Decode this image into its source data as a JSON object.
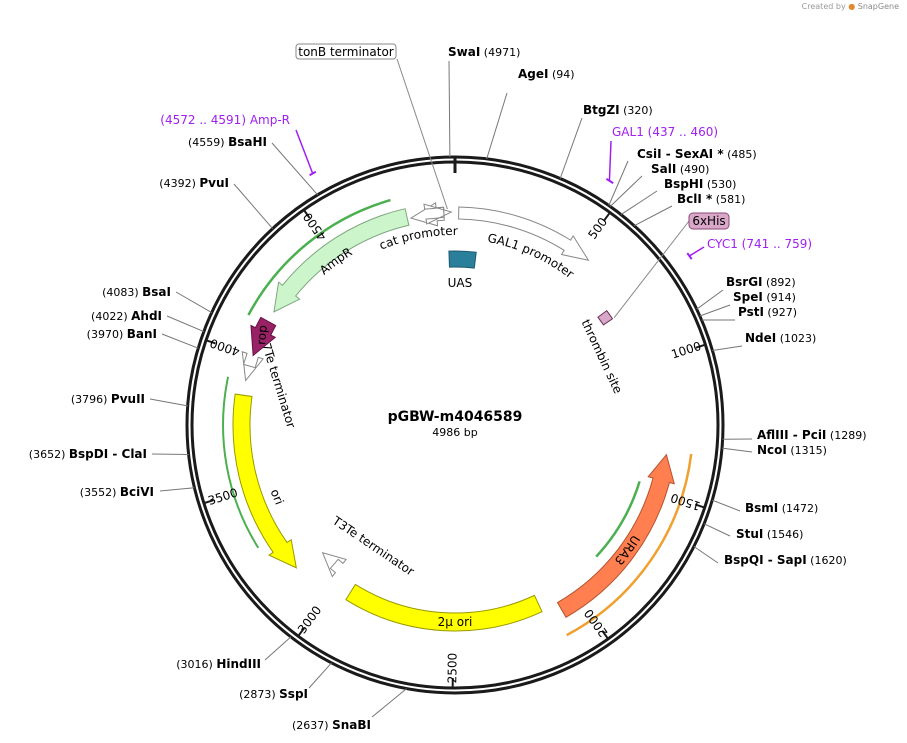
{
  "credit": {
    "prefix": "Created by",
    "brand": "SnapGene",
    "logo_icon": "snapgene-logo-icon"
  },
  "plasmid": {
    "name": "pGBW-m4046589",
    "size": "4986 bp",
    "length": 4986
  },
  "ticks": [
    "500",
    "1000",
    "1500",
    "2000",
    "2500",
    "3000",
    "3500",
    "4000",
    "4500"
  ],
  "sites": [
    {
      "name": "SwaI",
      "pos": "(4971)"
    },
    {
      "name": "AgeI",
      "pos": "(94)"
    },
    {
      "name": "BtgZI",
      "pos": "(320)"
    },
    {
      "name": "CsiI",
      "name2": "SexAI *",
      "pos": "(485)"
    },
    {
      "name": "SalI",
      "pos": "(490)"
    },
    {
      "name": "BspHI",
      "pos": "(530)"
    },
    {
      "name": "BclI *",
      "pos": "(581)"
    },
    {
      "name": "BsrGI",
      "pos": "(892)"
    },
    {
      "name": "SpeI",
      "pos": "(914)"
    },
    {
      "name": "PstI",
      "pos": "(927)"
    },
    {
      "name": "NdeI",
      "pos": "(1023)"
    },
    {
      "name": "AflIII",
      "name2": "PciI",
      "pos": "(1289)"
    },
    {
      "name": "NcoI",
      "pos": "(1315)"
    },
    {
      "name": "BsmI",
      "pos": "(1472)"
    },
    {
      "name": "StuI",
      "pos": "(1546)"
    },
    {
      "name": "BspQI",
      "name2": "SapI",
      "pos": "(1620)"
    },
    {
      "name": "SnaBI",
      "pos": "(2637)"
    },
    {
      "name": "SspI",
      "pos": "(2873)"
    },
    {
      "name": "HindIII",
      "pos": "(3016)"
    },
    {
      "name": "BciVI",
      "pos": "(3552)"
    },
    {
      "name": "BspDI",
      "name2": "ClaI",
      "pos": "(3652)"
    },
    {
      "name": "PvuII",
      "pos": "(3796)"
    },
    {
      "name": "BanI",
      "pos": "(3970)"
    },
    {
      "name": "AhdI",
      "pos": "(4022)"
    },
    {
      "name": "BsaI",
      "pos": "(4083)"
    },
    {
      "name": "PvuI",
      "pos": "(4392)"
    },
    {
      "name": "BsaHI",
      "pos": "(4559)"
    }
  ],
  "primers": [
    {
      "name": "Amp-R",
      "range": "(4572 .. 4591)"
    },
    {
      "name": "GAL1",
      "range": "(437 .. 460)"
    },
    {
      "name": "CYC1",
      "range": "(741 .. 759)"
    }
  ],
  "features": {
    "tonb": "tonB terminator",
    "his": "6xHis",
    "gal1_promoter": "GAL1 promoter",
    "uas": "UAS",
    "thrombin": "thrombin site",
    "ura3": "URA3",
    "two_micron": "2μ ori",
    "t3te": "T3Te terminator",
    "ori": "ori",
    "t7te": "T7Te terminator",
    "rop": "rop",
    "ampr": "AmpR",
    "cat_promoter": "cat promoter"
  },
  "colors": {
    "backbone": "#1a1a1a",
    "primer": "#a020f0",
    "ura3": "#ff7f50",
    "ori_yellow": "#ffff00",
    "ampr": "#ccf5cc",
    "rop": "#992266",
    "uas": "#2a7f9a",
    "his_tag": "#d9a7c7",
    "promoter": "#ffffff",
    "orf_green": "#4caf50",
    "orf_orange": "#f0a030"
  }
}
